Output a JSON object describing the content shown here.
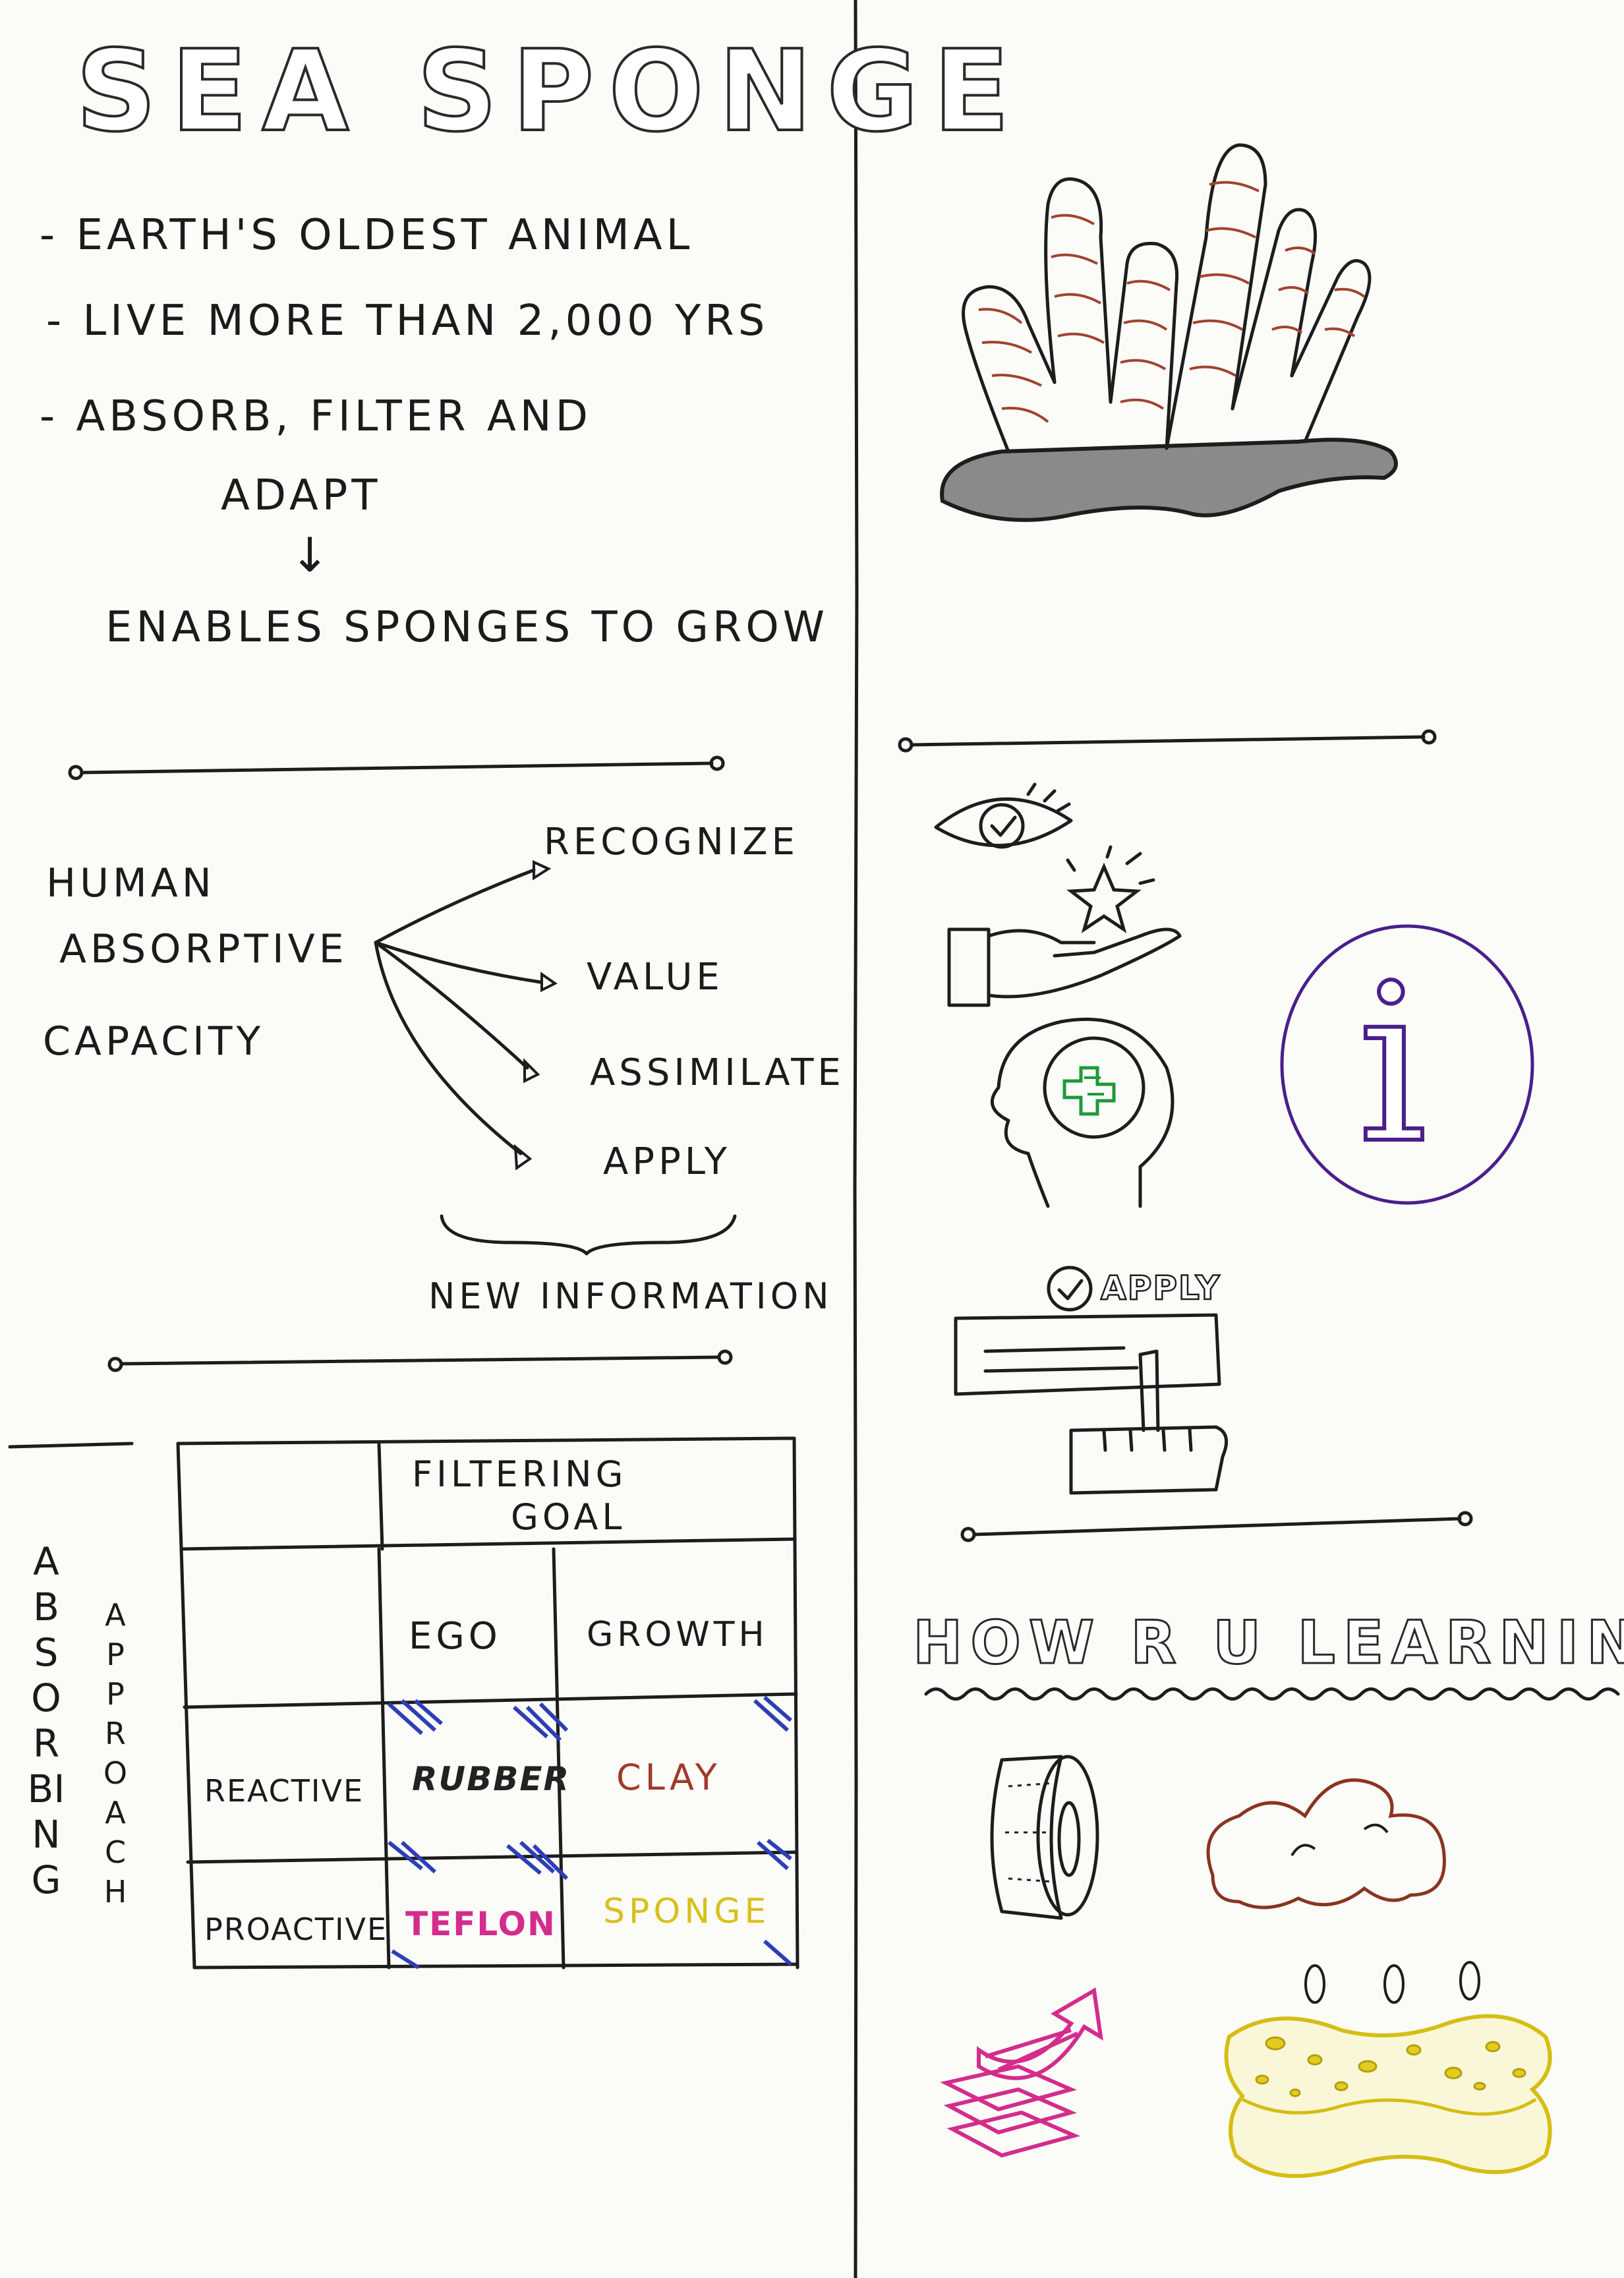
{
  "title": "SEA SPONGE",
  "facts": [
    "- EARTH'S OLDEST ANIMAL",
    "- LIVE MORE THAN 2,000 YRS",
    "- ABSORB, FILTER AND",
    "ADAPT",
    "↓",
    "ENABLES SPONGES TO GROW"
  ],
  "capacity": {
    "label_lines": [
      "HUMAN",
      "ABSORPTIVE",
      "CAPACITY"
    ],
    "branches": [
      "RECOGNIZE",
      "VALUE",
      "ASSIMILATE",
      "APPLY"
    ],
    "brace_label": "NEW INFORMATION"
  },
  "matrix": {
    "row_axis_label": [
      "ABSORBING",
      "APPROACH"
    ],
    "col_header": [
      "FILTERING",
      "GOAL"
    ],
    "col_labels": [
      "EGO",
      "GROWTH"
    ],
    "row_labels": [
      "REACTIVE",
      "PROACTIVE"
    ],
    "cells": [
      {
        "text": "RUBBER",
        "color": "#222222"
      },
      {
        "text": "CLAY",
        "color": "#a0392a"
      },
      {
        "text": "TEFLON",
        "color": "#d42c8c"
      },
      {
        "text": "SPONGE",
        "color": "#e4cc1e"
      }
    ]
  },
  "icons": {
    "apply_label": "APPLY",
    "info_letter": "i"
  },
  "learning_title": "HOW R U LEARNING",
  "colors": {
    "ink": "#1d1d1d",
    "rubber": "#222222",
    "clay": "#a0392a",
    "teflon": "#d42c8c",
    "sponge": "#e4cc1e",
    "hatch": "#2d3fb5",
    "info": "#4a1f8c",
    "brain": "#1f9a3a",
    "coral_stripe": "#a0432f"
  }
}
